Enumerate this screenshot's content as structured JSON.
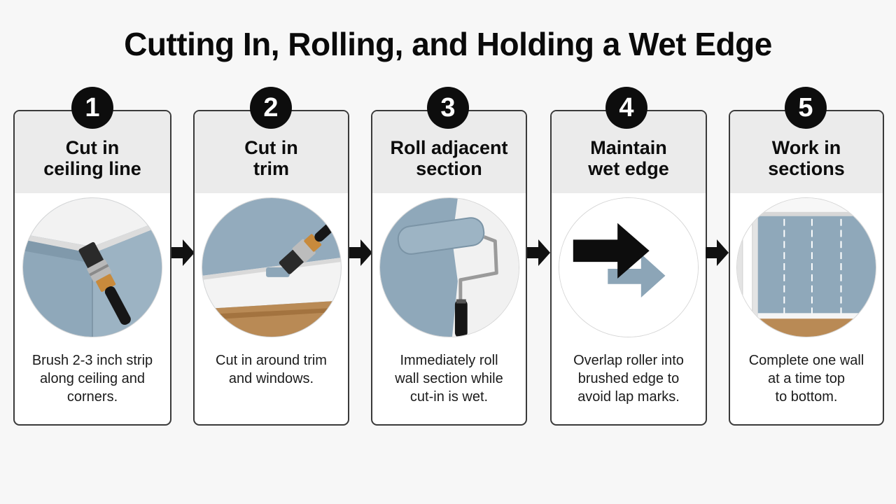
{
  "title": "Cutting In, Rolling, and Holding a Wet Edge",
  "colors": {
    "wall_blue": "#8fa8ba",
    "badge": "#0d0d0d",
    "header_bg": "#ebebeb",
    "card_border": "#3a3a3a"
  },
  "steps": [
    {
      "number": "1",
      "heading": "Cut in\nceiling line",
      "icon": "brush-ceiling-icon",
      "description": "Brush 2-3 inch strip\nalong ceiling and\ncorners."
    },
    {
      "number": "2",
      "heading": "Cut in\ntrim",
      "icon": "brush-trim-icon",
      "description": "Cut in around trim\nand windows."
    },
    {
      "number": "3",
      "heading": "Roll adjacent\nsection",
      "icon": "paint-roller-icon",
      "description": "Immediately roll\nwall section while\ncut-in is wet."
    },
    {
      "number": "4",
      "heading": "Maintain\nwet edge",
      "icon": "overlap-arrows-icon",
      "description": "Overlap roller into\nbrushed edge to\navoid lap marks."
    },
    {
      "number": "5",
      "heading": "Work in\nsections",
      "icon": "wall-sections-icon",
      "description": "Complete one wall\nat a time top\nto bottom."
    }
  ]
}
